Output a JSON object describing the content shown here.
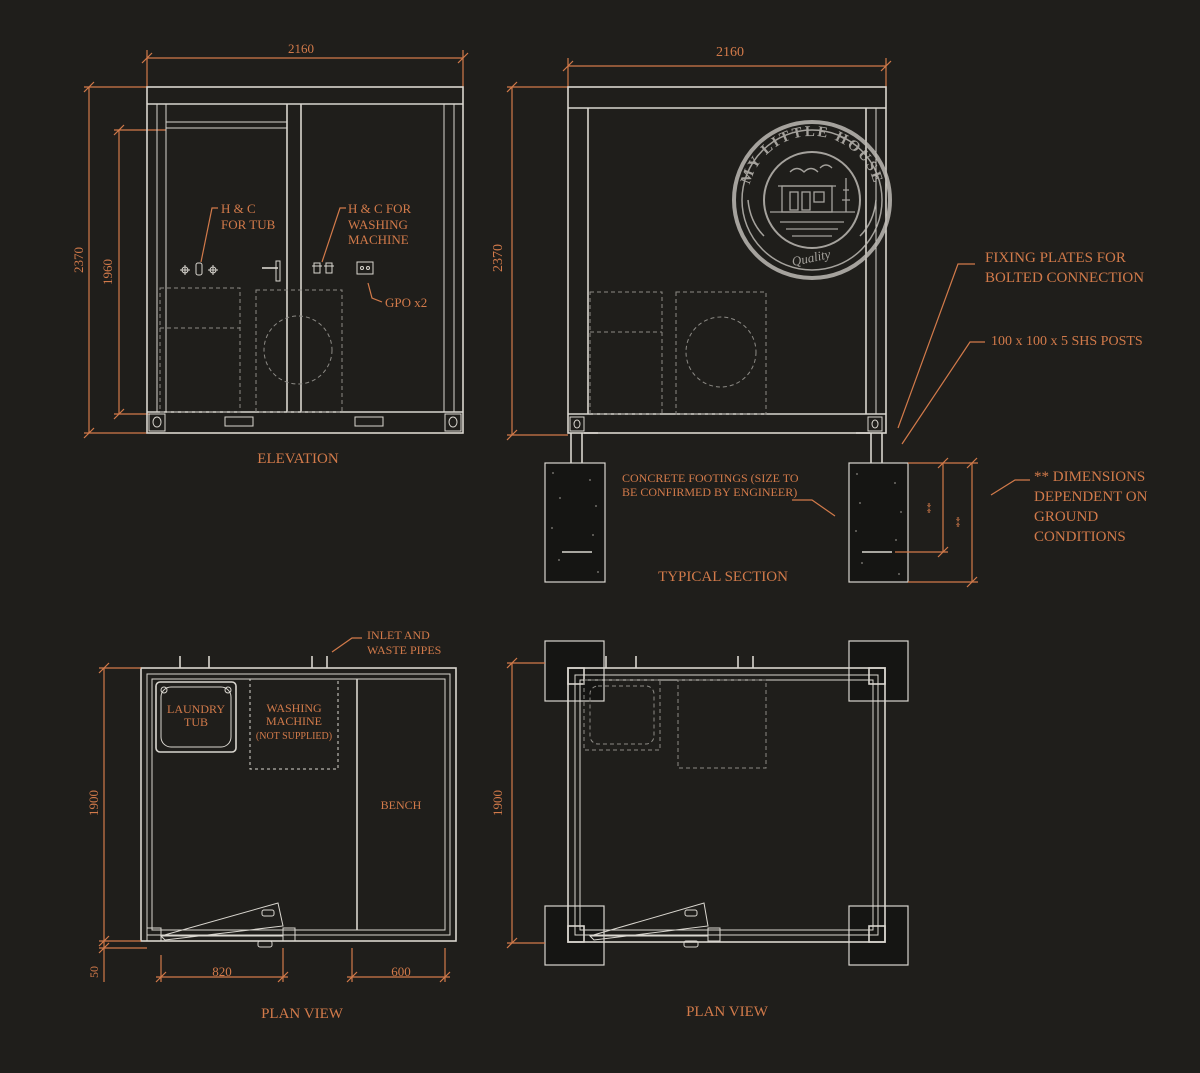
{
  "elevation": {
    "width_dim": "2160",
    "height_dim": "2370",
    "door_dim": "1960",
    "label_hc_tub": [
      "H & C",
      "FOR TUB"
    ],
    "label_hc_wm": [
      "H & C FOR",
      "WASHING",
      "MACHINE"
    ],
    "label_gpo": "GPO x2",
    "title": "ELEVATION"
  },
  "section": {
    "width_dim": "2160",
    "height_dim": "2370",
    "note_fixing": [
      "FIXING PLATES FOR",
      "BOLTED CONNECTION"
    ],
    "note_posts": "100 x 100 x 5 SHS POSTS",
    "note_footings": [
      "CONCRETE FOOTINGS (SIZE TO",
      "BE CONFIRMED BY ENGINEER)"
    ],
    "note_dimensions": [
      "** DIMENSIONS",
      "DEPENDENT ON",
      "GROUND",
      "CONDITIONS"
    ],
    "star_mark": "**",
    "title": "TYPICAL SECTION"
  },
  "logo": {
    "ring_text": "MY LITTLE HOUSE",
    "tagline": "Quality"
  },
  "plan_left": {
    "note_pipes": [
      "INLET AND",
      "WASTE PIPES"
    ],
    "label_tub": [
      "LAUNDRY",
      "TUB"
    ],
    "label_wm": [
      "WASHING",
      "MACHINE",
      "(NOT SUPPLIED)"
    ],
    "label_bench": "BENCH",
    "depth_dim": "1900",
    "offset_dim": "50",
    "door_dim": "820",
    "bench_dim": "600",
    "title": "PLAN VIEW"
  },
  "plan_right": {
    "depth_dim": "1900",
    "title": "PLAN VIEW"
  },
  "colors": {
    "background": "#1f1e1b",
    "line": "#d9d6cf",
    "annotation": "#d27a4a"
  }
}
